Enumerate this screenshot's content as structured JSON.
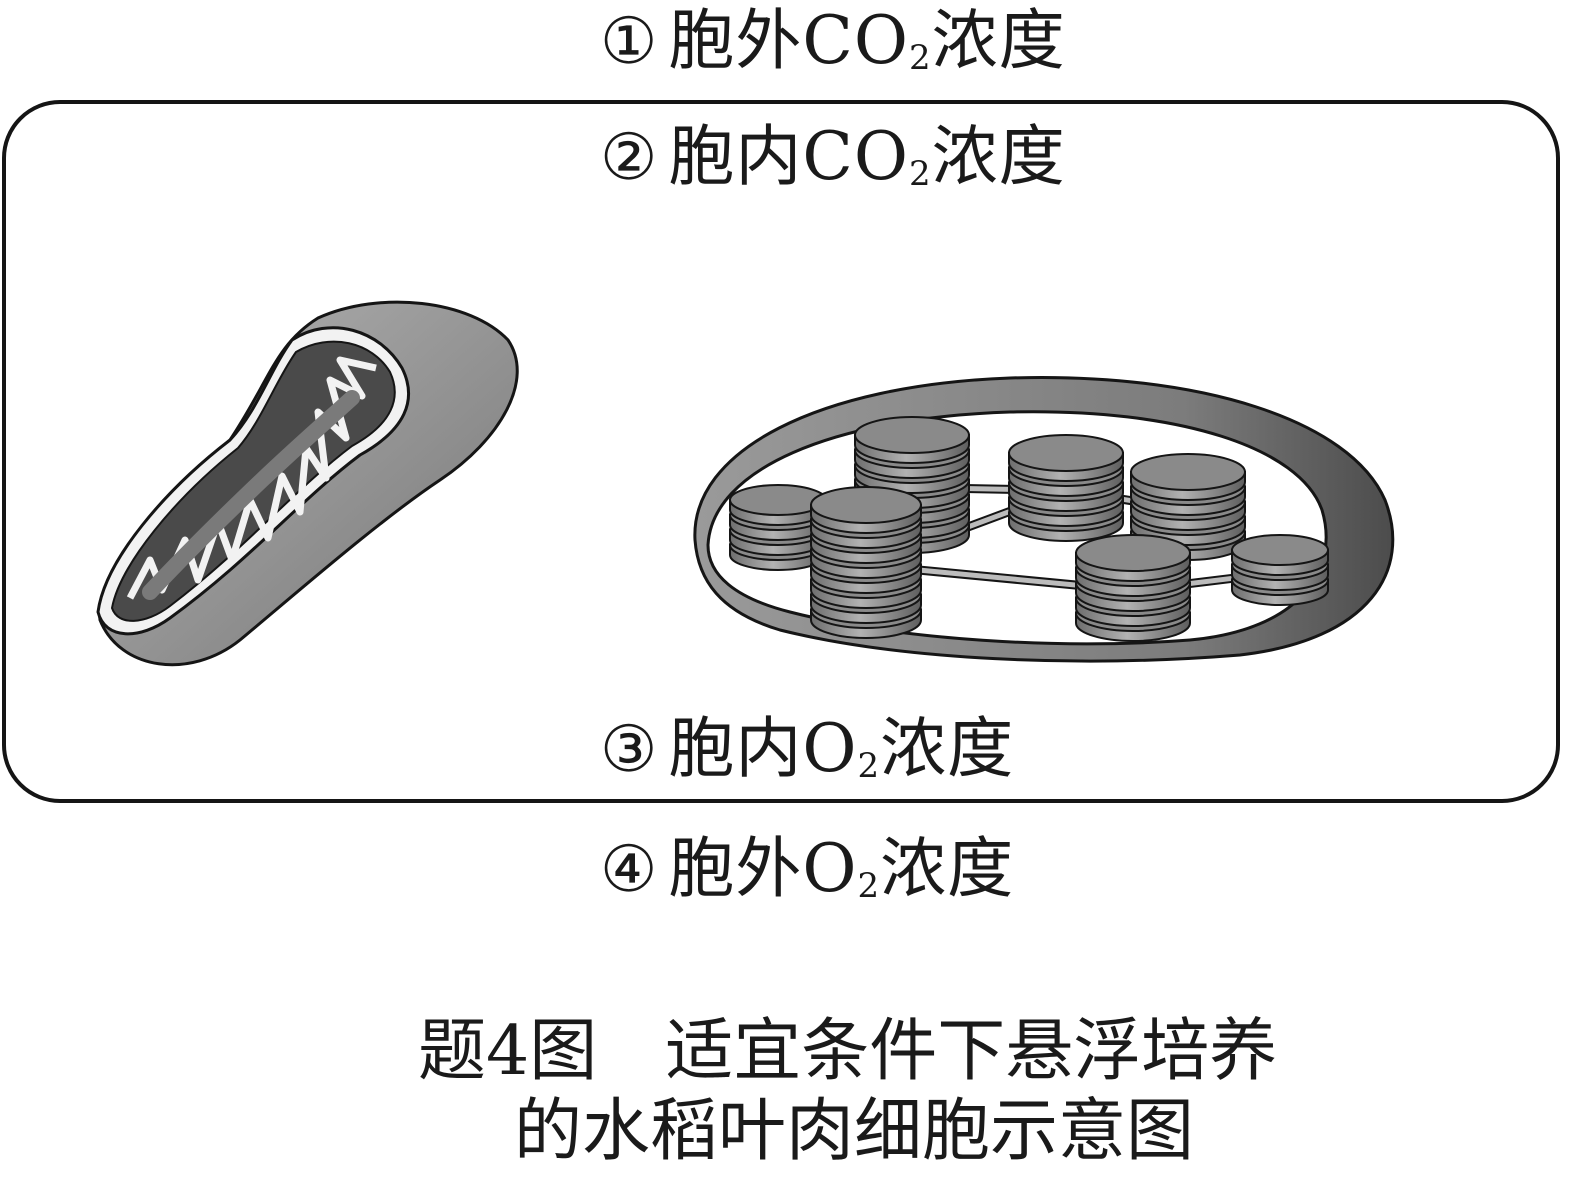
{
  "labels": {
    "outer_co2": {
      "num": "①",
      "pre": "胞外CO",
      "sub": "2",
      "post": "浓度"
    },
    "inner_co2": {
      "num": "②",
      "pre": "胞内CO",
      "sub": "2",
      "post": "浓度"
    },
    "inner_o2": {
      "num": "③",
      "pre": "胞内O",
      "sub": "2",
      "post": "浓度"
    },
    "outer_o2": {
      "num": "④",
      "pre": "胞外O",
      "sub": "2",
      "post": "浓度"
    }
  },
  "caption": {
    "line1": "题4图　适宜条件下悬浮培养",
    "line2": "的水稻叶肉细胞示意图"
  },
  "colors": {
    "outline": "#151515",
    "organelle_fill": "#8c8c8c",
    "organelle_dark": "#4a4a4a",
    "disc_fill": "#8a8a8a"
  }
}
